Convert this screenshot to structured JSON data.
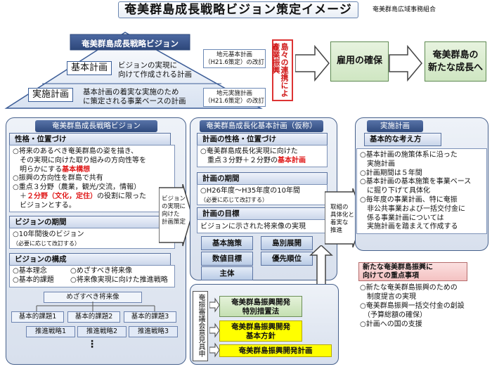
{
  "title": "奄美群島成長戦略ビジョン策定イメージ",
  "org": "奄美群島広域事務組合",
  "pyramid": {
    "top_label": "奄美群島成長戦略ビジョン",
    "middle_label": "基本計画",
    "middle_desc": [
      "ビジョンの実現に",
      "向けて作成される計画"
    ],
    "bottom_label": "実施計画",
    "bottom_desc": [
      "基本計画の着実な実施のため",
      "に策定される事業ベースの計画"
    ],
    "note1": [
      "地元基本計画",
      "（H21.6策定）の改訂"
    ],
    "note2": [
      "地元実施計画",
      "（H21.6策定）の改訂"
    ]
  },
  "red_box_text": [
    "島々の連携による",
    "産業振興"
  ],
  "flow": {
    "employment": "雇用の確保",
    "growth": [
      "奄美群島の",
      "新たな成長へ"
    ]
  },
  "left_panel": {
    "title": "奄美群島成長戦略ビジョン",
    "sec1_head": "性格・位置づけ",
    "sec1_lines": {
      "l1": "○将来のあるべき奄美群島の姿を描き、",
      "l2": "　その実現に向けた取り組みの方向性等を",
      "l3a": "　明らかにする",
      "l3b": "基本構想",
      "l4": "○振興の方向性を群島で共有",
      "l5": "○重点３分野（農業，観光/交流，情報）",
      "l6a": "　＋",
      "l6b": "２分野（文化，定住）",
      "l6c": "の役割に限った",
      "l7": "　ビジョンとする。"
    },
    "sec2_head": "ビジョンの期間",
    "sec2_line": "○10年間後のビジョン",
    "sec2_small": "（必要に応じて改訂する）",
    "sec3_head": "ビジョンの構成",
    "sec3_items": [
      "○基本理念",
      "○めざすべき将来像",
      "○基本的課題",
      "○将来像実現に向けた推進戦略"
    ],
    "future_label": "めざすべき将来像",
    "issues": [
      "基本的課題1",
      "基本的課題2",
      "基本的課題3"
    ],
    "strategies": [
      "推進戦略1",
      "推進戦略2",
      "推進戦略3"
    ],
    "dots": "⋮"
  },
  "mid_arrow_text": [
    "ビジョン",
    "の実現に",
    "向けた",
    "計画策定"
  ],
  "middle_panel": {
    "title": "奄美群島成長化基本計画（仮称）",
    "sec1_head": "計画の性格・位置づけ",
    "sec1_l1": "○奄美群島成長化実現に向けた",
    "sec1_l2a": "　重点３分野＋２分野の",
    "sec1_l2b": "基本計画",
    "sec2_head": "計画の期間",
    "sec2_line": "○H26年度～H35年度の10年間",
    "sec2_small": "（必要に応じて改訂する）",
    "sec3_head": "計画の目標",
    "sec3_line": "ビジョンに示された将来像の実現",
    "buttons": [
      "基本施策",
      "島別展開",
      "数値目標",
      "優先順位",
      "主体"
    ]
  },
  "right_arrow_text": [
    "取組の",
    "具体化と",
    "着実な",
    "推進"
  ],
  "right_panel": {
    "title": "実施計画",
    "sec_head": "基本的な考え方",
    "lines": [
      "○基本計画の施策体系に沿った",
      "　実施計画",
      "○計画期間は５年間",
      "○基本計画の基本施策を事業ベース",
      "　に掘り下げて具体化",
      "○毎年度の事業計画、特に奄振",
      "　非公共事業および一括交付金に",
      "　係る事業計画については",
      "　実施計画を踏まえて作成する"
    ]
  },
  "council_text": "奄振審議会意見具申",
  "bottom_boxes": {
    "b1": [
      "奄美群島振興開発",
      "特別措置法"
    ],
    "b2": [
      "奄美群島振興開発",
      "基本方針"
    ],
    "b3": "奄美群島振興開発計画"
  },
  "priority": {
    "head": [
      "新たな奄美群島振興に",
      "向けての重点事項"
    ],
    "lines": [
      "○新たな奄美群島振興のための",
      "　制度提言の実現",
      "○奄美群島振興一括交付金の創設",
      "　（予算総額の確保）",
      "○計画への国の支援"
    ]
  }
}
